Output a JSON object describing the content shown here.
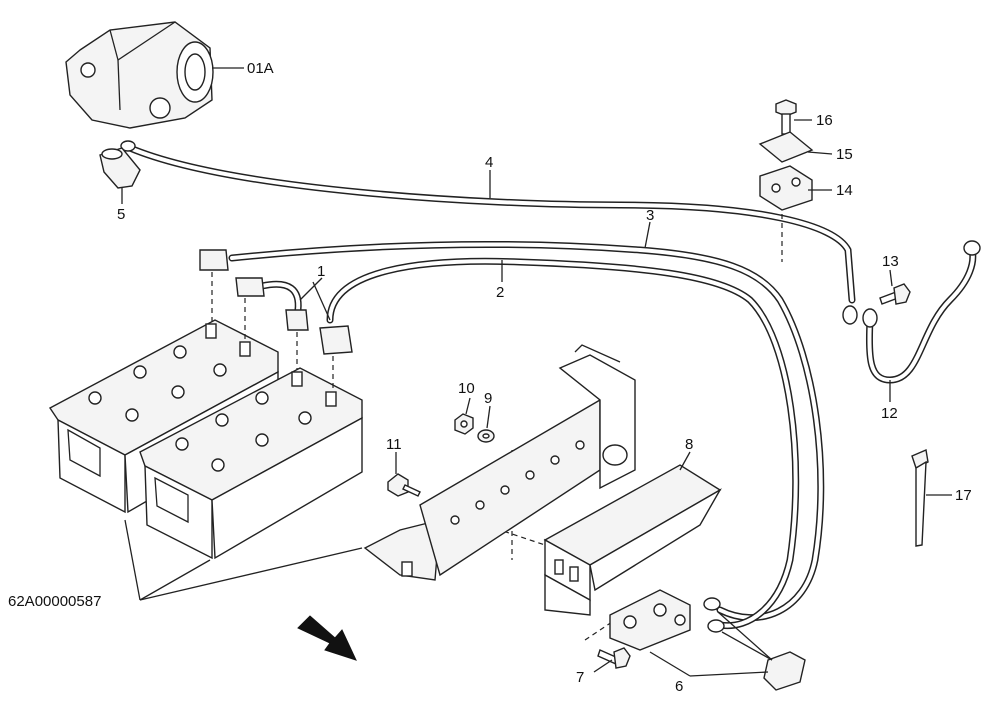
{
  "callouts": {
    "c01A": "01A",
    "c1": "1",
    "c2": "2",
    "c3": "3",
    "c4": "4",
    "c5": "5",
    "c6": "6",
    "c7": "7",
    "c8": "8",
    "c9": "9",
    "c10": "10",
    "c11": "11",
    "c12": "12",
    "c13": "13",
    "c14": "14",
    "c15": "15",
    "c16": "16",
    "c17": "17"
  },
  "drawing_number": "62A00000587"
}
